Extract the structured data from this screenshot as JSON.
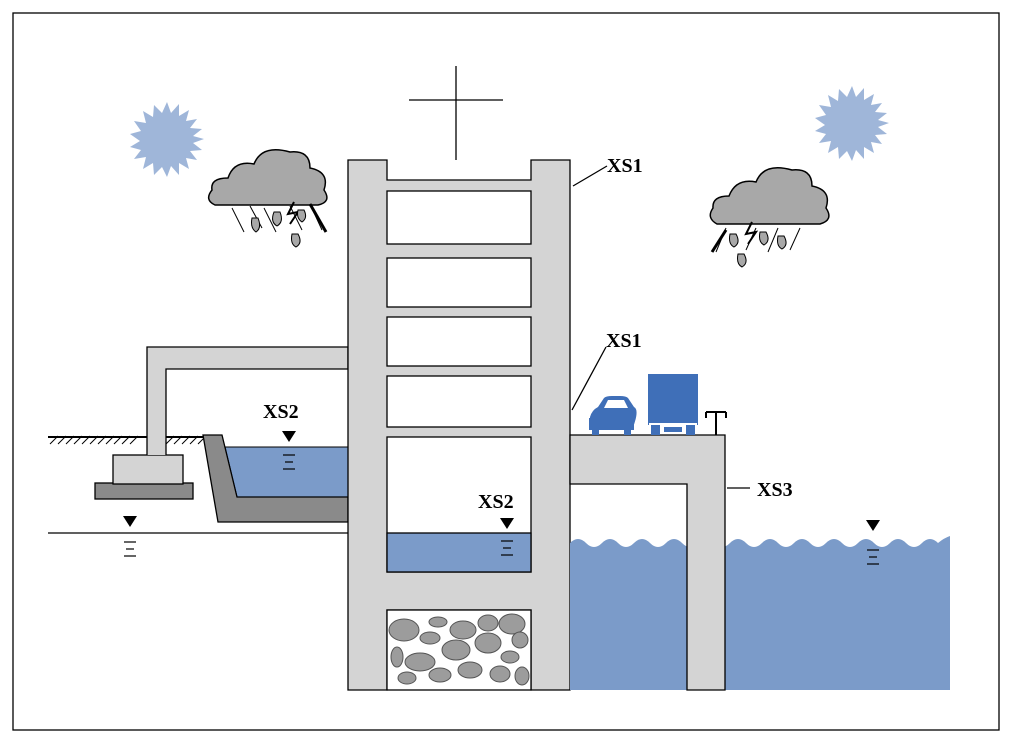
{
  "labels": {
    "xs1_top": "XS1",
    "xs1_mid": "XS1",
    "xs2_outside": "XS2",
    "xs2_inside": "XS2",
    "xs3": "XS3"
  },
  "colors": {
    "structure": "#d4d4d4",
    "water": "#7b9bc9",
    "sun": "#9fb6d9",
    "cloud": "#a8a8a8",
    "vehicle": "#3f6fb8",
    "footing": "#8a8a8a",
    "rock": "#9c9c9c",
    "outline": "#000000"
  },
  "icons": [
    "sun-icon",
    "rain-cloud-icon",
    "cross-icon",
    "car-icon",
    "truck-icon",
    "water-level-icon"
  ]
}
